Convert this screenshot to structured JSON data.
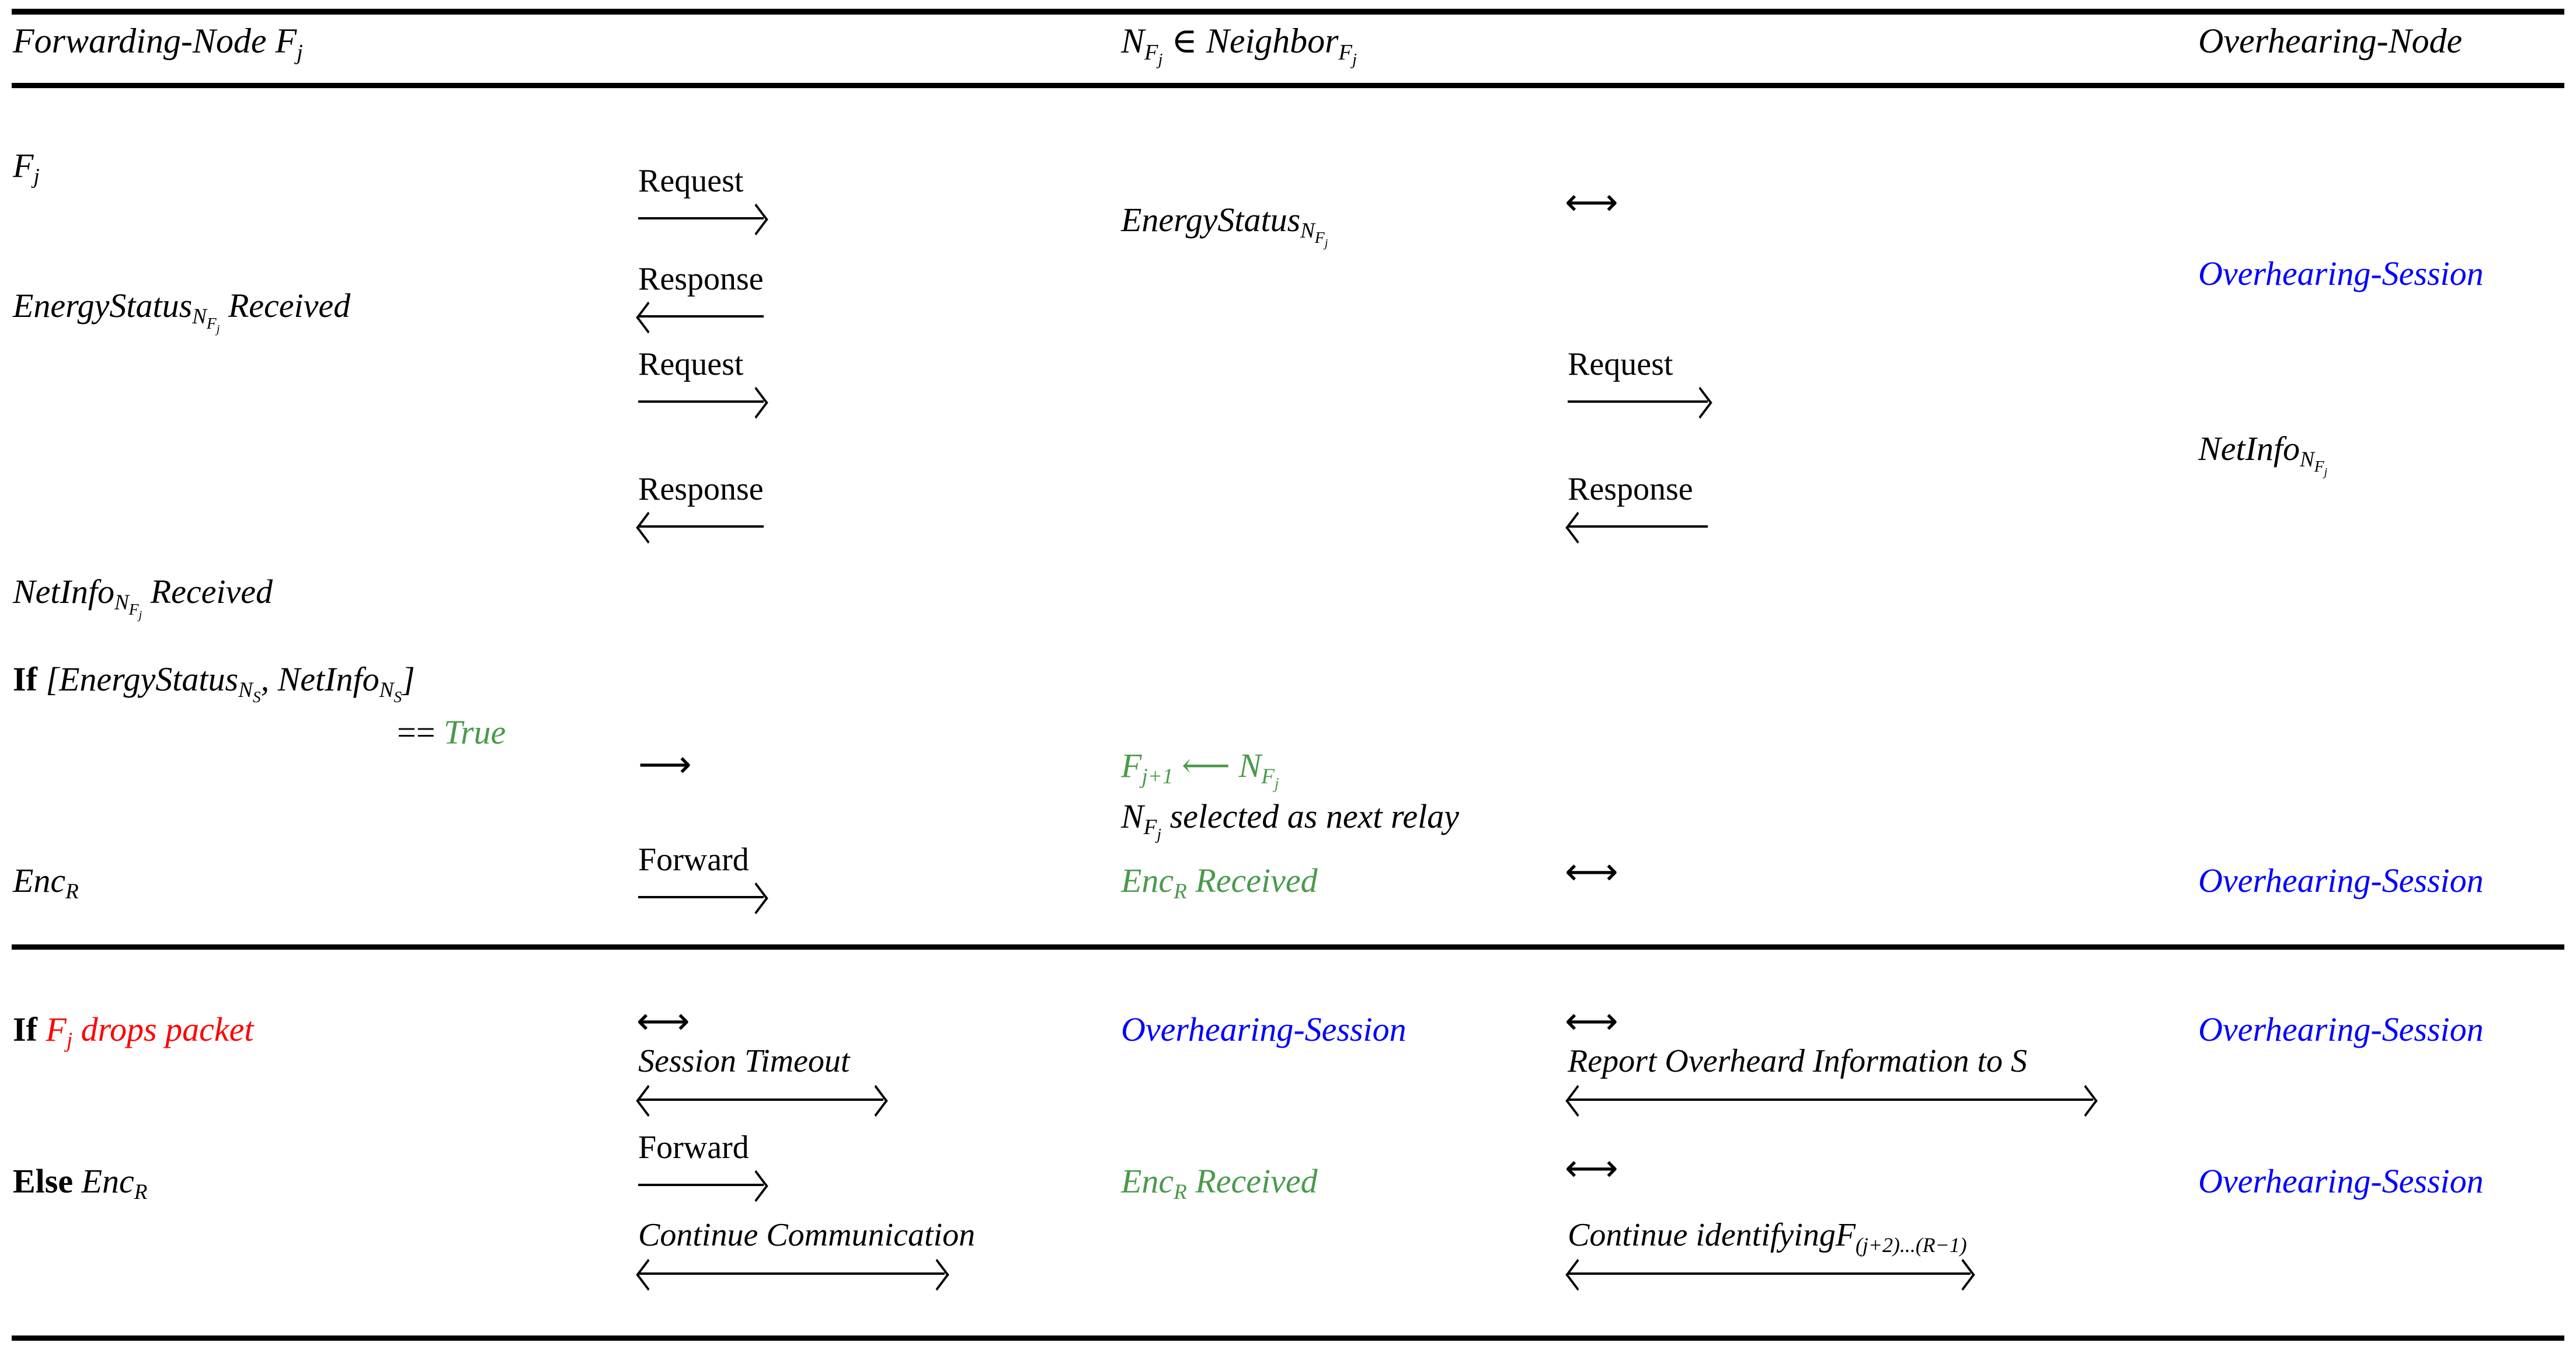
{
  "figure": {
    "type": "protocol-sequence-table",
    "colors": {
      "text": "#000000",
      "highlight_blue": "#0000FF",
      "highlight_green": "#4A9A4A",
      "highlight_red": "#FF0000"
    },
    "rules": [
      "top-rule",
      "header-rule",
      "mid-rule",
      "bottom-rule"
    ]
  },
  "header": {
    "col1": "Forwarding-Node F",
    "col1_sub": "j",
    "col3_a": "N",
    "col3_a_sub": "F",
    "col3_a_subsub": "j",
    "col3_mid": " ∈ Neighbor",
    "col3_b_sub": "F",
    "col3_b_subsub": "j",
    "col5": "Overhearing-Node"
  },
  "section_upper": {
    "rows": [
      {
        "name": "row-fj-request",
        "col1": "F",
        "col1_sub": "j",
        "arrow1_label": "Request",
        "arrow1_dir": "right",
        "col3": "EnergyStatus",
        "col3_sub": "N",
        "col3_subsub": "F",
        "col3_subsubsub": "j",
        "col4_glyph": "⟷"
      },
      {
        "name": "row-overhearing-session-1",
        "col5": "Overhearing-Session",
        "col5_color": "blue"
      },
      {
        "name": "row-energystatus-received",
        "col1": "EnergyStatus",
        "col1_sub": "N",
        "col1_subsub": "F",
        "col1_subsubsub": "j",
        "col1_tail": " Received",
        "arrow1_label": "Response",
        "arrow1_dir": "left"
      },
      {
        "name": "row-request-request",
        "arrow1_label": "Request",
        "arrow1_dir": "right",
        "arrow2_label": "Request",
        "arrow2_dir": "right"
      },
      {
        "name": "row-netinfo-right",
        "col5": "NetInfo",
        "col5_sub": "N",
        "col5_subsub": "F",
        "col5_subsubsub": "j"
      },
      {
        "name": "row-response-response",
        "arrow1_label": "Response",
        "arrow1_dir": "left",
        "arrow2_label": "Response",
        "arrow2_dir": "left"
      },
      {
        "name": "row-netinfo-received",
        "col1": "NetInfo",
        "col1_sub": "N",
        "col1_subsub": "F",
        "col1_subsubsub": "j",
        "col1_tail": " Received"
      },
      {
        "name": "row-if-condition",
        "col1_bold": "If",
        "col1_expr_open": " [EnergyStatus",
        "col1_expr_sub1": "N",
        "col1_expr_sub1b": "S",
        "col1_expr_mid": ", NetInfo",
        "col1_expr_sub2": "N",
        "col1_expr_sub2b": "S",
        "col1_expr_close": "]",
        "col1_line2_op": "== ",
        "col1_line2_val": "True",
        "col1_line2_val_color": "green"
      },
      {
        "name": "row-select-relay",
        "arrow1_glyph": "⟶",
        "col3_line1": "F",
        "col3_line1_sub": "j+1",
        "col3_line1_mid": " ⟵ N",
        "col3_line1_sub2": "F",
        "col3_line1_sub2b": "j",
        "col3_line1_color": "green",
        "col3_line2": "N",
        "col3_line2_sub": "F",
        "col3_line2_subsub": "j",
        "col3_line2_tail": " selected as next relay"
      },
      {
        "name": "row-encr-forward",
        "col1": "Enc",
        "col1_sub": "R",
        "arrow1_label": "Forward",
        "arrow1_dir": "right",
        "col3": "Enc",
        "col3_sub": "R",
        "col3_tail": " Received",
        "col3_color": "green",
        "col4_glyph": "⟷",
        "col5": "Overhearing-Session",
        "col5_color": "blue"
      }
    ]
  },
  "section_lower": {
    "rows": [
      {
        "name": "row-if-drops-packet",
        "col1_bold": "If",
        "col1_red": "F",
        "col1_red_sub": "j",
        "col1_red_tail": " drops packet",
        "col2_glyph": "⟷",
        "arrow1_label": "Session Timeout",
        "arrow1_dir": "both",
        "col3": "Overhearing-Session",
        "col3_color": "blue",
        "col4_glyph": "⟷",
        "arrow2_label": "Report Overheard Information to S",
        "arrow2_dir": "both",
        "col5": "Overhearing-Session",
        "col5_color": "blue"
      },
      {
        "name": "row-else-encr",
        "col1_bold": "Else",
        "col1": " Enc",
        "col1_sub": "R",
        "arrow1_label": "Forward",
        "arrow1_dir": "right",
        "arrow1b_label": "Continue Communication",
        "arrow1b_dir": "both",
        "col3": "Enc",
        "col3_sub": "R",
        "col3_tail": " Received",
        "col3_color": "green",
        "col4_glyph": "⟷",
        "arrow2_label_a": "Continue identifyingF",
        "arrow2_label_sub": "(j+2)...(R−1)",
        "arrow2_dir": "both",
        "col5": "Overhearing-Session",
        "col5_color": "blue"
      }
    ]
  }
}
